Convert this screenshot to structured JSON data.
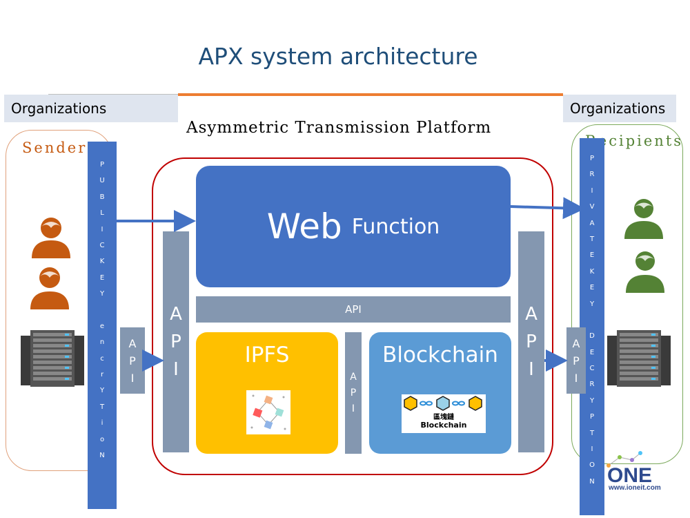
{
  "title": "APX system architecture",
  "left_org": "Organizations",
  "right_org": "Organizations",
  "platform_label": "Asymmetric Transmission Platform",
  "senders_label": "Senders",
  "recipients_label": "Recipients",
  "left_vertical_text": [
    "P",
    "U",
    "B",
    "L",
    "I",
    "C",
    "K",
    "E",
    "Y",
    " ",
    "e",
    "n",
    "c",
    "r",
    "Y",
    "T",
    "i",
    "o",
    "N"
  ],
  "right_vertical_text": [
    "P",
    "R",
    "I",
    "V",
    "A",
    "T",
    "E",
    "K",
    "E",
    "Y",
    " ",
    "D",
    "E",
    "C",
    "R",
    "Y",
    "P",
    "T",
    "I",
    "O",
    "N"
  ],
  "web_big": "Web",
  "web_small": "Function",
  "api_label": "API",
  "ipfs_label": "IPFS",
  "blockchain_label": "Blockchain",
  "blockchain_img_zh": "區塊鏈",
  "blockchain_img_en": "Blockchain",
  "logo_text": "ONE",
  "logo_url": "www.ioneit.com",
  "colors": {
    "title": "#1f4e79",
    "blue": "#4472c4",
    "api_gray": "#8497b0",
    "ipfs": "#ffc000",
    "blockchain": "#5b9bd5",
    "frame": "#c00000",
    "sender": "#c55a11",
    "recipient": "#548235",
    "divider": "#ed7d31"
  }
}
